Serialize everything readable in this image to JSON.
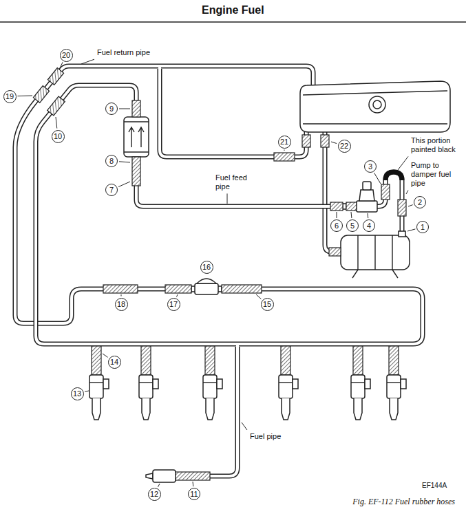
{
  "diagram": {
    "title": "Engine Fuel",
    "caption": "Fig. EF-112 Fuel rubber hoses",
    "nodes": [
      {
        "text": [
          "20"
        ]
      },
      {
        "text": [
          "19"
        ]
      },
      {
        "text": [
          "9"
        ]
      },
      {
        "text": [
          "10"
        ]
      },
      {
        "text": [
          "21"
        ]
      },
      {
        "text": [
          "22"
        ]
      },
      {
        "text": [
          "8"
        ]
      },
      {
        "text": [
          "3"
        ]
      },
      {
        "text": [
          "7"
        ]
      },
      {
        "text": [
          "2"
        ]
      },
      {
        "text": [
          "6"
        ]
      },
      {
        "text": [
          "5"
        ]
      },
      {
        "text": [
          "4"
        ]
      },
      {
        "text": [
          "1"
        ]
      },
      {
        "text": [
          "16"
        ]
      },
      {
        "text": [
          "18"
        ]
      },
      {
        "text": [
          "17"
        ]
      },
      {
        "text": [
          "15"
        ]
      },
      {
        "text": [
          "14"
        ]
      },
      {
        "text": [
          "13"
        ]
      },
      {
        "text": [
          "12"
        ]
      },
      {
        "text": [
          "11"
        ]
      }
    ],
    "labels": [
      "Fuel return pipe",
      "Fuel feed pipe",
      "This portion painted black",
      "Pump to damper fuel pipe",
      "Fuel pipe",
      "EF144A"
    ]
  }
}
